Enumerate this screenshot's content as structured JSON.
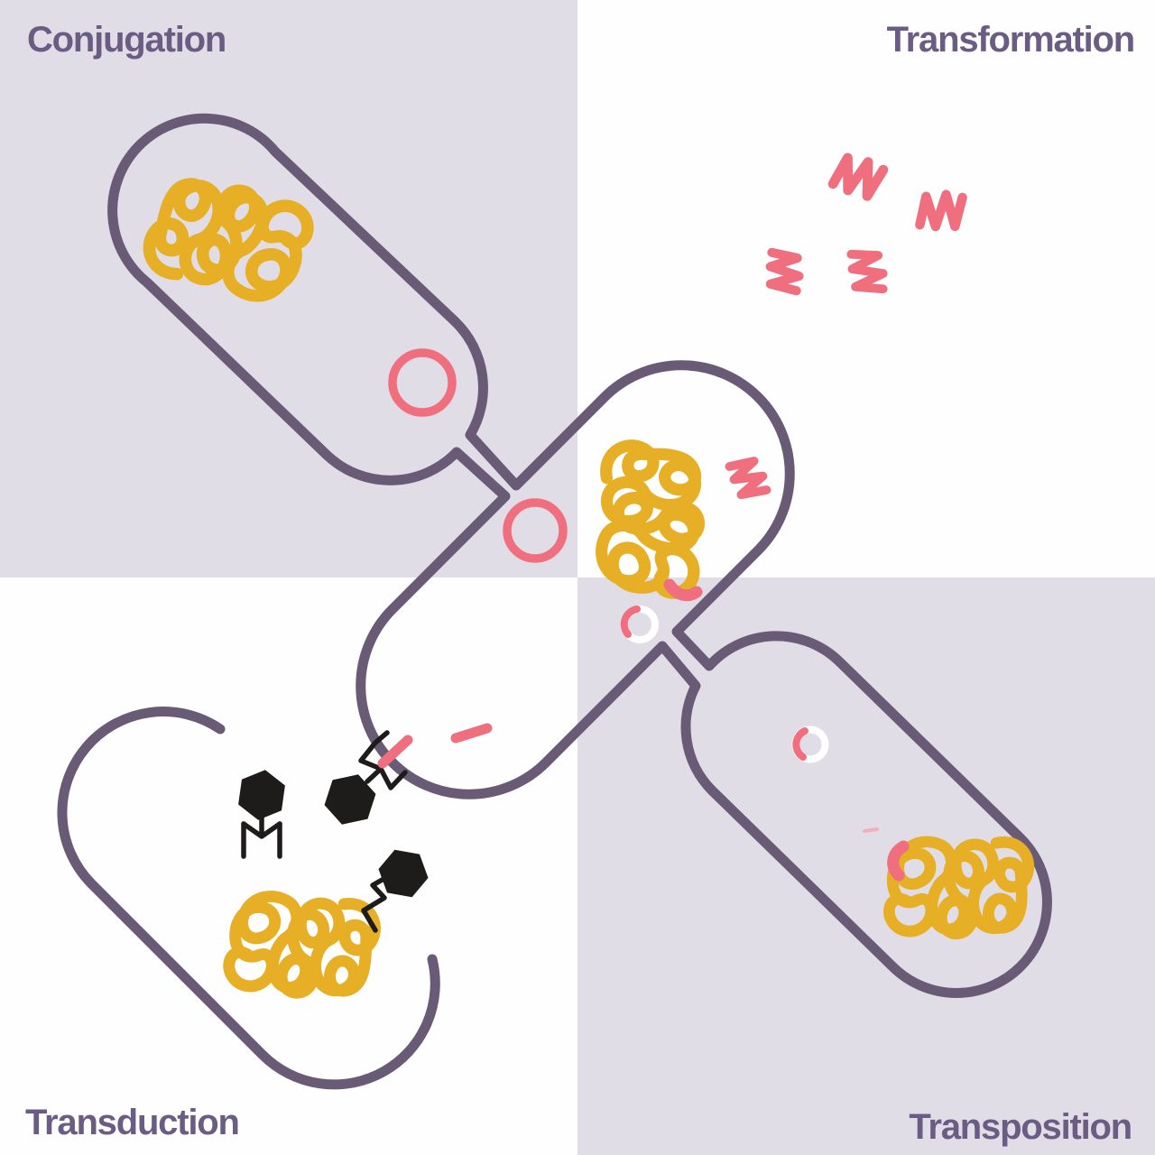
{
  "quadrants": [
    {
      "id": "conjugation",
      "label": "Conjugation",
      "position": "top-left",
      "background": "#E1DDE7"
    },
    {
      "id": "transformation",
      "label": "Transformation",
      "position": "top-right",
      "background": "#FEFEFE"
    },
    {
      "id": "transduction",
      "label": "Transduction",
      "position": "bottom-left",
      "background": "#FEFEFE"
    },
    {
      "id": "transposition",
      "label": "Transposition",
      "position": "bottom-right",
      "background": "#E1DDE7"
    }
  ],
  "colors": {
    "lavender": "#E1DDE7",
    "white": "#FEFEFE",
    "membrane": "#695B76",
    "title": "#6B5C84",
    "dna": "#E6AF25",
    "pink": "#F06F7F",
    "pink-faint": "#F3AFBA",
    "phage": "#1E1B1B",
    "ring-white": "#FFFFFF"
  },
  "icons": {
    "bacterium-cell": "capsule outline, purple stroke",
    "conjugation-pilus-bridge": "narrow channel joining two cells",
    "chromosome-dna-tangle": "yellow looped scribble",
    "plasmid-ring": "pink circle outline",
    "transposon-plasmid-ring": "white circle with pink segment",
    "dna-fragment-zigzag": "pink lightning zigzag",
    "dna-fragment-dash": "short pink rod",
    "bacteriophage": "black hexagon head with legs",
    "lysed-cell": "open capsule outline"
  }
}
